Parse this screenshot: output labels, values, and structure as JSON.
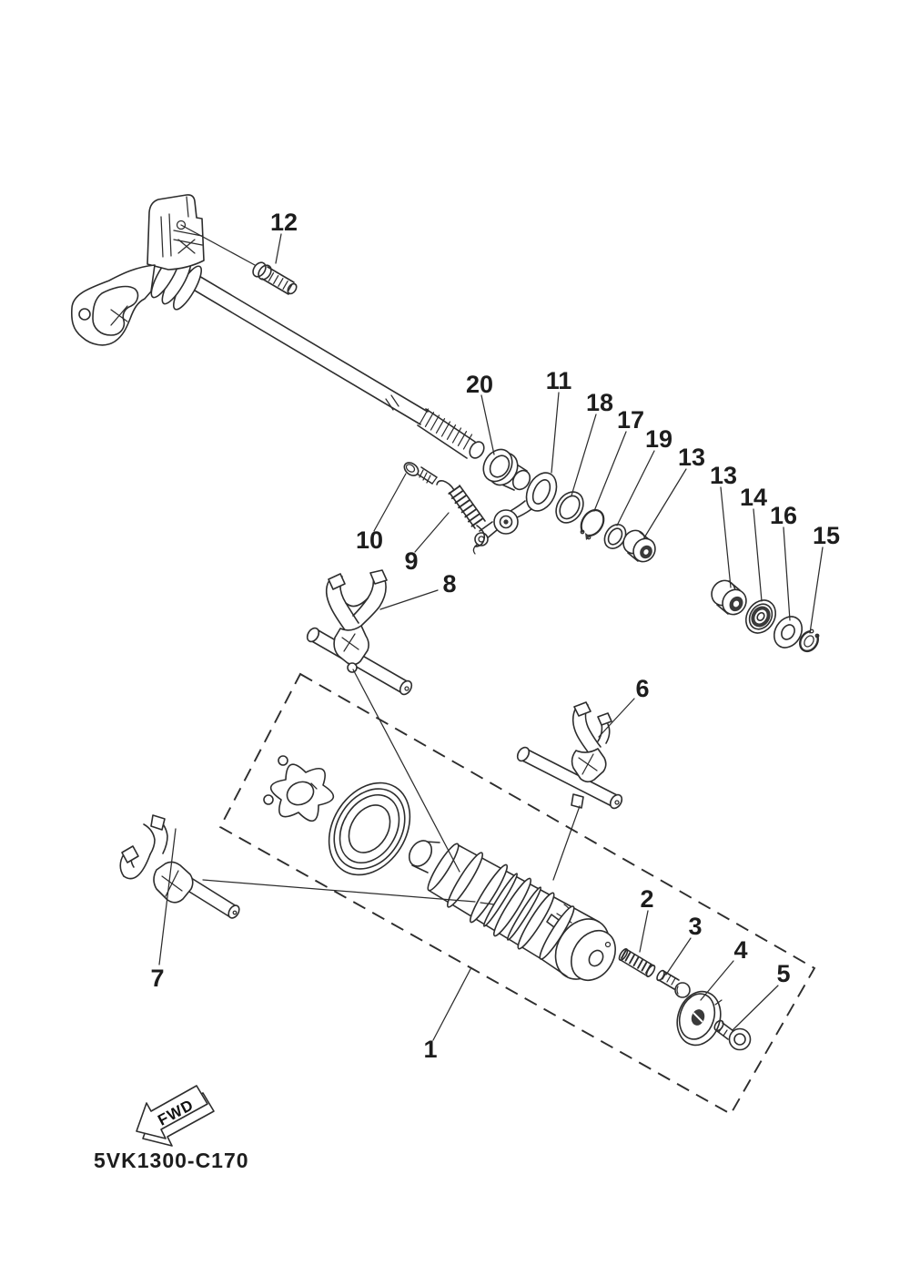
{
  "diagram": {
    "code": "5VK1300-C170",
    "fwd": "FWD",
    "colors": {
      "line": "#2d2d2d",
      "label": "#1d1d1d",
      "background": "#ffffff"
    },
    "callouts": [
      {
        "ref": "1"
      },
      {
        "ref": "2"
      },
      {
        "ref": "3"
      },
      {
        "ref": "4"
      },
      {
        "ref": "5"
      },
      {
        "ref": "6"
      },
      {
        "ref": "7"
      },
      {
        "ref": "8"
      },
      {
        "ref": "9"
      },
      {
        "ref": "10"
      },
      {
        "ref": "11"
      },
      {
        "ref": "12"
      },
      {
        "ref": "13"
      },
      {
        "ref": "13"
      },
      {
        "ref": "14"
      },
      {
        "ref": "15"
      },
      {
        "ref": "16"
      },
      {
        "ref": "17"
      },
      {
        "ref": "18"
      },
      {
        "ref": "19"
      },
      {
        "ref": "20"
      }
    ]
  }
}
